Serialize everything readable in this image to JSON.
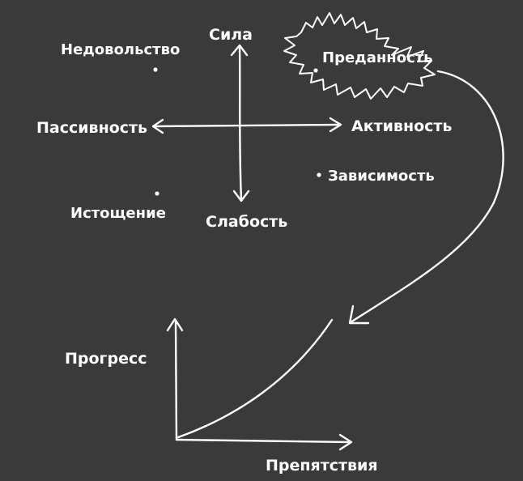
{
  "quadrant": {
    "axis_top": "Сила",
    "axis_bottom": "Слабость",
    "axis_left": "Пассивность",
    "axis_right": "Активность",
    "points": [
      {
        "label": "Недовольство"
      },
      {
        "label": "Истощение"
      },
      {
        "label": "Преданность"
      },
      {
        "label": "Зависимость"
      }
    ]
  },
  "progress_chart": {
    "y_label": "Прогресс",
    "x_label": "Препятствия"
  },
  "colors": {
    "background": "#3a3a3a",
    "ink": "#ffffff"
  }
}
